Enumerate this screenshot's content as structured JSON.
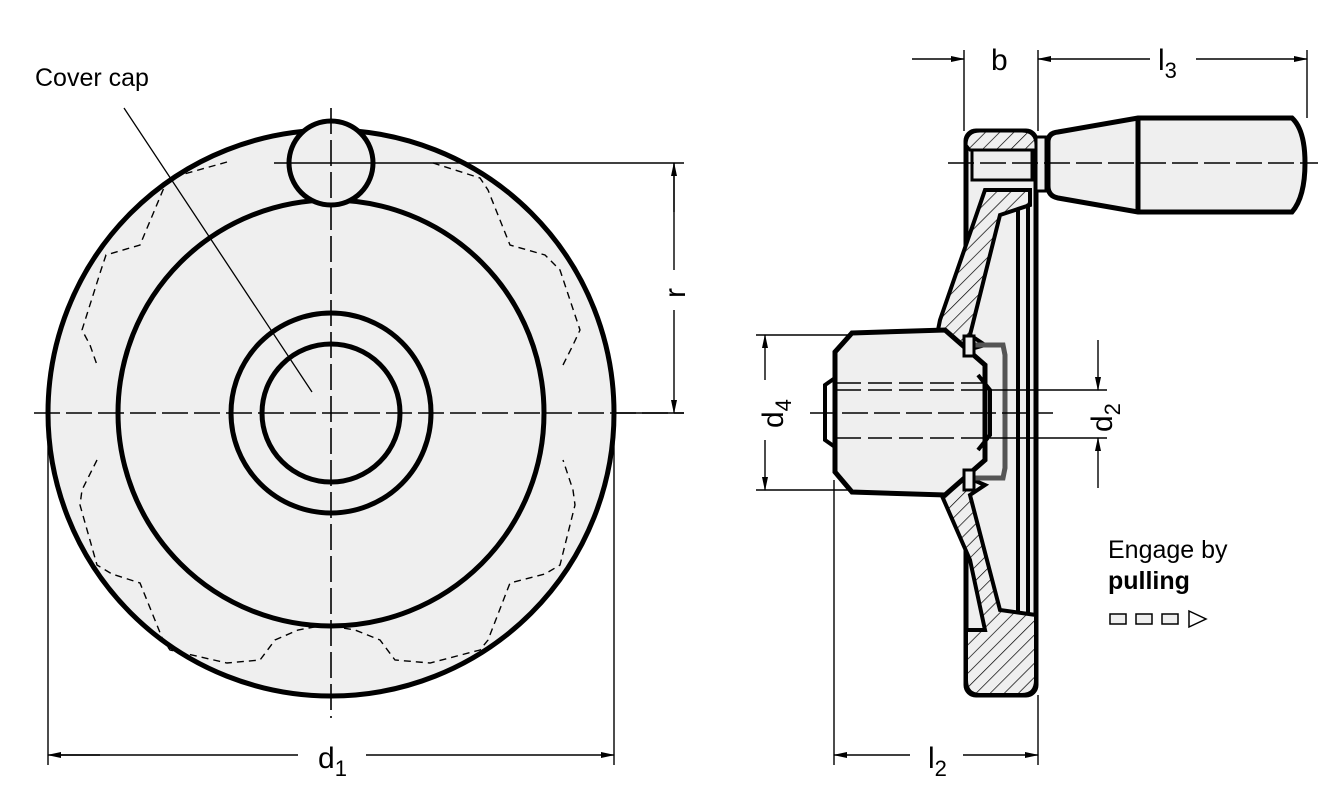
{
  "title": "Handwheel with cover cap and revolving handle — front and sectional side view",
  "labels": {
    "cover_cap": "Cover cap",
    "engage_line1": "Engage by",
    "engage_line2": "pulling"
  },
  "dimensions": {
    "d1": {
      "main": "d",
      "sub": "1"
    },
    "r": {
      "main": "r"
    },
    "b": {
      "main": "b"
    },
    "l3": {
      "main": "l",
      "sub": "3"
    },
    "d4": {
      "main": "d",
      "sub": "4"
    },
    "d2": {
      "main": "d",
      "sub": "2"
    },
    "l2": {
      "main": "l",
      "sub": "2"
    }
  },
  "colors": {
    "line": "#000000",
    "fill": "#efefef",
    "cap": "#555555",
    "background": "#ffffff"
  },
  "engage_arrow": {
    "boxes": 3,
    "arrow": "triangle-right"
  }
}
